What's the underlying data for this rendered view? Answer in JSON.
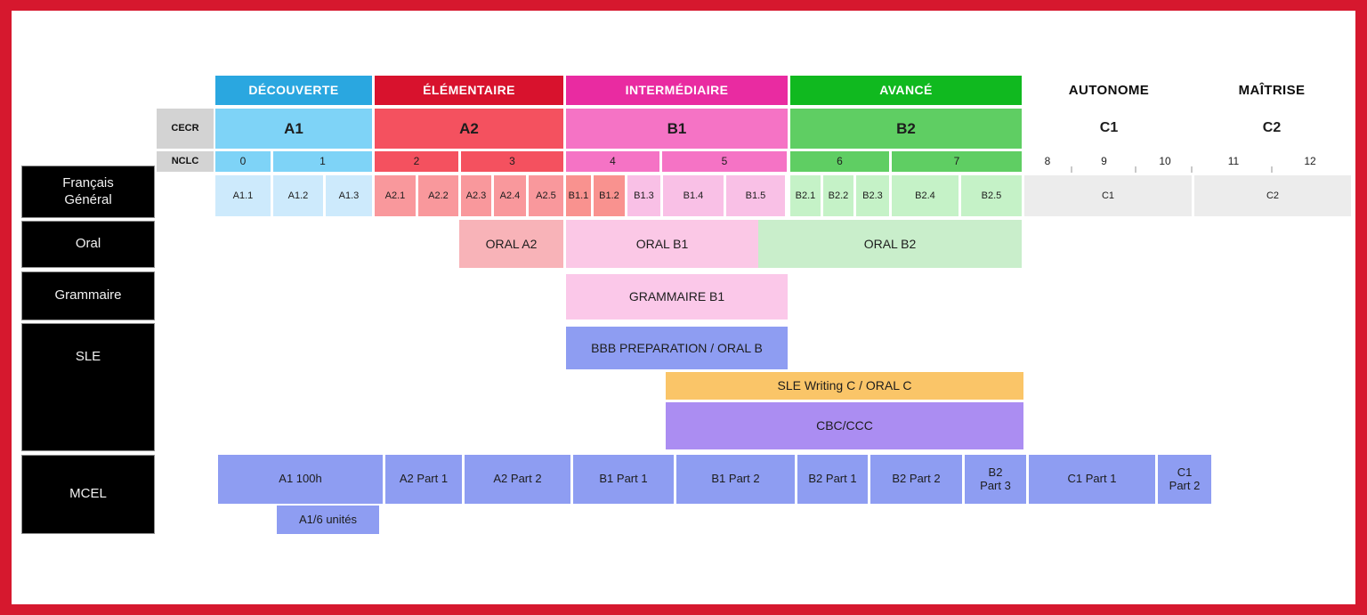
{
  "palette": {
    "frame_border": "#d6182e",
    "background": "#ffffff",
    "stage_decouverte": "#2aa7e0",
    "stage_elementaire": "#d8122d",
    "stage_intermediaire": "#e92ba1",
    "stage_avance": "#10b91f",
    "band_a1": "#7ed3f7",
    "band_a2": "#f4515f",
    "band_b1": "#f573c5",
    "band_b2": "#5fce63",
    "cell_a1": "#cdeafc",
    "cell_a2": "#f9989c",
    "cell_b1_low": "#f9928f",
    "cell_b1": "#f9c0e6",
    "cell_b2": "#c5f2c7",
    "cell_c": "#ececec",
    "oral_a2": "#f8b3b8",
    "oral_b1": "#fbc8e6",
    "oral_b2": "#c9eecb",
    "grammaire_b1": "#fbc8e9",
    "periwinkle": "#8e9df2",
    "amber": "#fac568",
    "purple": "#ab8df2",
    "axis_gray": "#d3d3d3",
    "row_label_bg": "#000000"
  },
  "axis": {
    "cecr_label": "CECR",
    "nclc_label": "NCLC"
  },
  "stages": [
    {
      "label": "DÉCOUVERTE"
    },
    {
      "label": "ÉLÉMENTAIRE"
    },
    {
      "label": "INTERMÉDIAIRE"
    },
    {
      "label": "AVANCÉ"
    },
    {
      "label": "AUTONOME"
    },
    {
      "label": "MAÎTRISE"
    }
  ],
  "cecr": [
    "A1",
    "A2",
    "B1",
    "B2",
    "C1",
    "C2"
  ],
  "nclc": [
    "0",
    "1",
    "2",
    "3",
    "4",
    "5",
    "6",
    "7",
    "8",
    "9",
    "10",
    "11",
    "12"
  ],
  "rows": {
    "francais_general": {
      "label": "Français\nGénéral",
      "cells": [
        "A1.1",
        "A1.2",
        "A1.3",
        "A2.1",
        "A2.2",
        "A2.3",
        "A2.4",
        "A2.5",
        "B1.1",
        "B1.2",
        "B1.3",
        "B1.4",
        "B1.5",
        "B2.1",
        "B2.2",
        "B2.3",
        "B2.4",
        "B2.5",
        "C1",
        "C2"
      ]
    },
    "oral": {
      "label": "Oral",
      "blocks": [
        "ORAL A2",
        "ORAL B1",
        "ORAL B2"
      ]
    },
    "grammaire": {
      "label": "Grammaire",
      "blocks": [
        "GRAMMAIRE B1"
      ]
    },
    "sle": {
      "label": "SLE",
      "blocks": [
        "BBB PREPARATION / ORAL B",
        "SLE Writing C / ORAL C",
        "CBC/CCC"
      ]
    },
    "mcel": {
      "label": "MCEL",
      "blocks": [
        "A1 100h",
        "A2 Part 1",
        "A2 Part 2",
        "B1 Part 1",
        "B1 Part 2",
        "B2 Part 1",
        "B2 Part 2",
        "B2\nPart 3",
        "C1 Part 1",
        "C1\nPart 2",
        "A1/6 unités"
      ]
    }
  }
}
